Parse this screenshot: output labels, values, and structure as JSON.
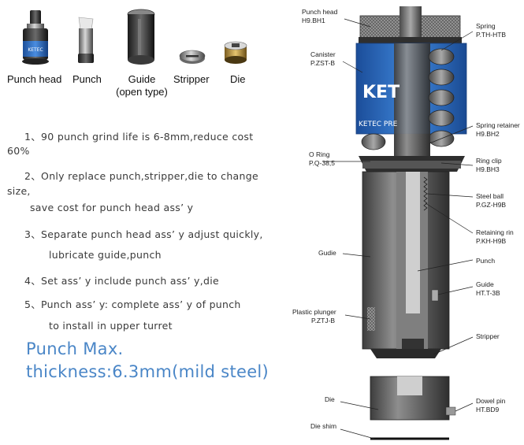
{
  "products": [
    {
      "label": "Punch head",
      "icon": "punch-head-icon"
    },
    {
      "label": "Punch",
      "icon": "punch-icon"
    },
    {
      "label": "Guide",
      "label2": "(open type)",
      "icon": "guide-icon"
    },
    {
      "label": "Stripper",
      "icon": "stripper-icon"
    },
    {
      "label": "Die",
      "icon": "die-icon"
    }
  ],
  "brand_mark": "KETEC",
  "features": [
    "1、90 punch grind life is 6-8mm,reduce cost",
    "60%",
    "2、Only replace punch,stripper,die to change",
    "size,",
    "save cost for punch head ass’ y",
    "3、Separate punch head ass’ y adjust quickly,",
    "lubricate guide,punch",
    "4、Set ass’ y include punch ass’ y,die",
    "5、Punch ass’ y: complete ass’ y of punch",
    "to install in upper turret"
  ],
  "max_thickness": {
    "line1": "Punch Max.",
    "line2": "thickness:6.3mm(mild steel)"
  },
  "diagram": {
    "canister_text": "KETEC PRE",
    "canister_big": "KET",
    "callouts": [
      {
        "name": "Punch head",
        "code": "H9.BH1"
      },
      {
        "name": "Canister",
        "code": "P.ZST-B"
      },
      {
        "name": "O Ring",
        "code": "P.Q-38,5"
      },
      {
        "name": "Gudie",
        "code": ""
      },
      {
        "name": "Plastic plunger",
        "code": "P.ZTJ-B"
      },
      {
        "name": "Die",
        "code": ""
      },
      {
        "name": "Die shim",
        "code": ""
      },
      {
        "name": "Spring",
        "code": "P.TH-HTB"
      },
      {
        "name": "Spring retainer",
        "code": "H9.BH2"
      },
      {
        "name": "Ring clip",
        "code": "H9.BH3"
      },
      {
        "name": "Steel ball",
        "code": "P.GZ-H9B"
      },
      {
        "name": "Retaining rin",
        "code": "P.KH-H9B"
      },
      {
        "name": "Punch",
        "code": ""
      },
      {
        "name": "Guide",
        "code": "HT.T-3B"
      },
      {
        "name": "Stripper",
        "code": ""
      },
      {
        "name": "Dowel pin",
        "code": "HT.BD9"
      }
    ]
  },
  "colors": {
    "canister_blue": "#2f6fc4",
    "max_text": "#4a86c7"
  }
}
